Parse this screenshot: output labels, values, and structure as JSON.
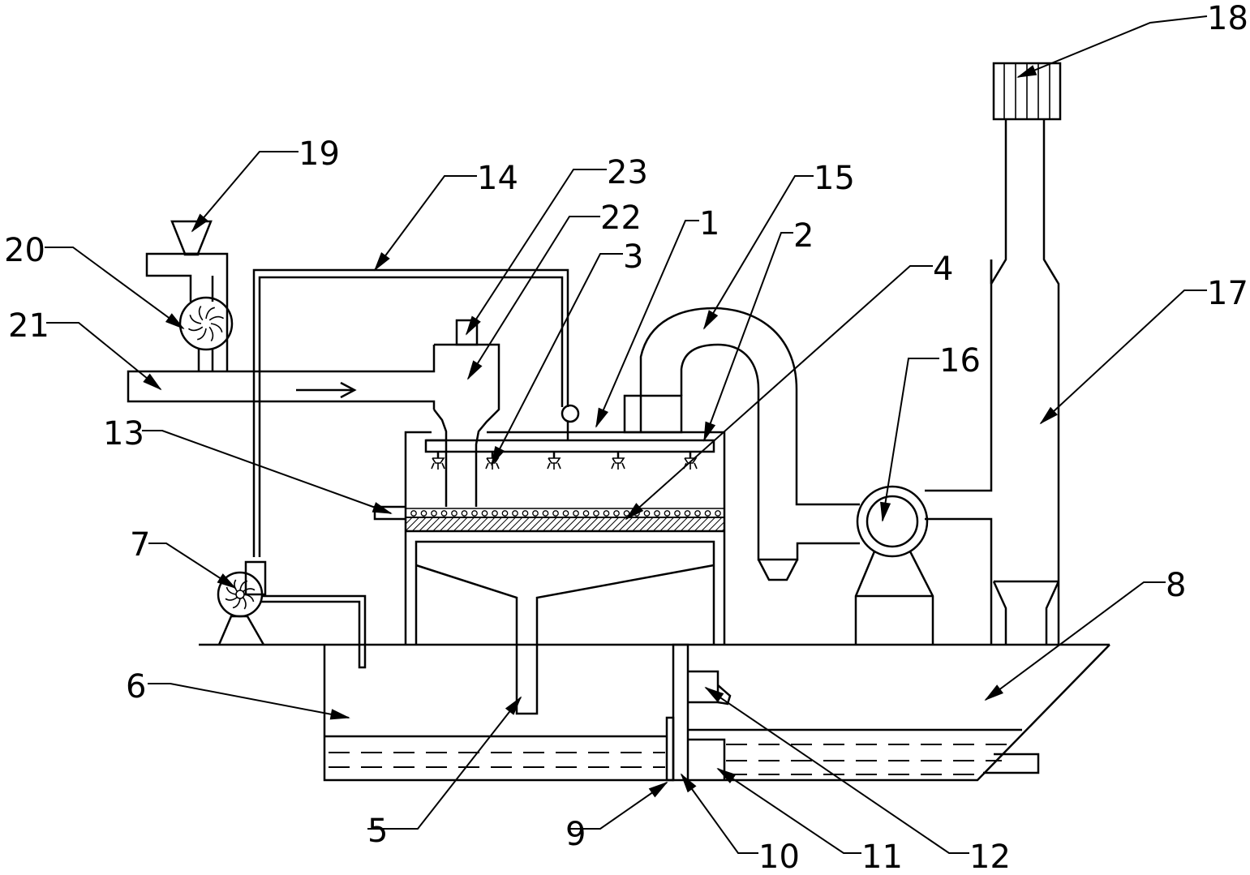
{
  "figure": {
    "reference_numerals": [
      "1",
      "2",
      "3",
      "4",
      "5",
      "6",
      "7",
      "8",
      "9",
      "10",
      "11",
      "12",
      "13",
      "14",
      "15",
      "16",
      "17",
      "18",
      "19",
      "20",
      "21",
      "22",
      "23"
    ]
  },
  "labels": {
    "l1": "1",
    "l2": "2",
    "l3": "3",
    "l4": "4",
    "l5": "5",
    "l6": "6",
    "l7": "7",
    "l8": "8",
    "l9": "9",
    "l10": "10",
    "l11": "11",
    "l12": "12",
    "l13": "13",
    "l14": "14",
    "l15": "15",
    "l16": "16",
    "l17": "17",
    "l18": "18",
    "l19": "19",
    "l20": "20",
    "l21": "21",
    "l22": "22",
    "l23": "23"
  },
  "colors": {
    "line": "#000000",
    "background": "#ffffff"
  }
}
